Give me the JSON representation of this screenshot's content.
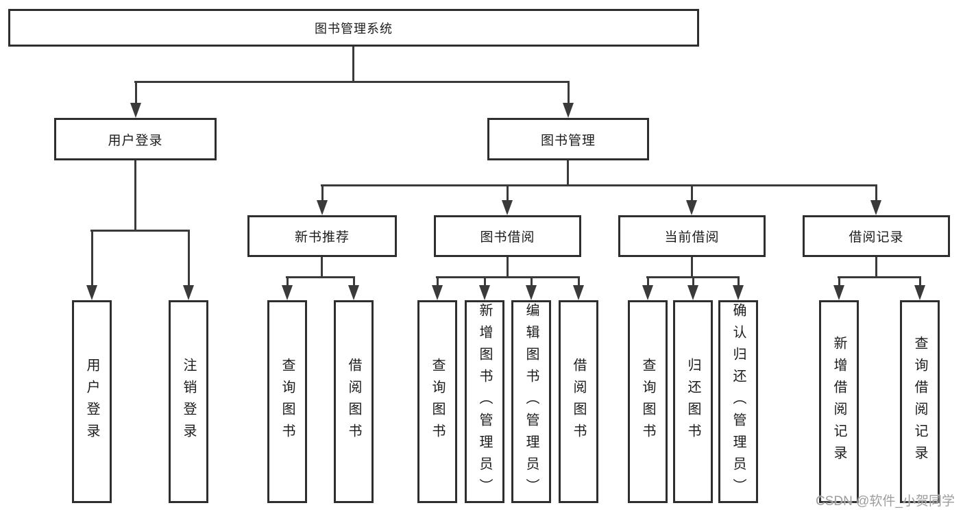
{
  "tree": {
    "label": "图书管理系统",
    "children": [
      {
        "label": "用户登录",
        "children": [
          {
            "label": "用户登录"
          },
          {
            "label": "注销登录"
          }
        ]
      },
      {
        "label": "图书管理",
        "children": [
          {
            "label": "新书推荐",
            "children": [
              {
                "label": "查询图书"
              },
              {
                "label": "借阅图书"
              }
            ]
          },
          {
            "label": "图书借阅",
            "children": [
              {
                "label": "查询图书"
              },
              {
                "label": "新增图书（管理员）"
              },
              {
                "label": "编辑图书（管理员）"
              },
              {
                "label": "借阅图书"
              }
            ]
          },
          {
            "label": "当前借阅",
            "children": [
              {
                "label": "查询图书"
              },
              {
                "label": "归还图书"
              },
              {
                "label": "确认归还（管理员）"
              }
            ]
          },
          {
            "label": "借阅记录",
            "children": [
              {
                "label": "新增借阅记录"
              },
              {
                "label": "查询借阅记录"
              }
            ]
          }
        ]
      }
    ]
  },
  "watermark": "CSDN @软件_小贺同学",
  "colors": {
    "line": "#3a3a3a",
    "border": "#2e2e2e",
    "text": "#1c1c1c",
    "watermark": "#9d9d9d"
  }
}
